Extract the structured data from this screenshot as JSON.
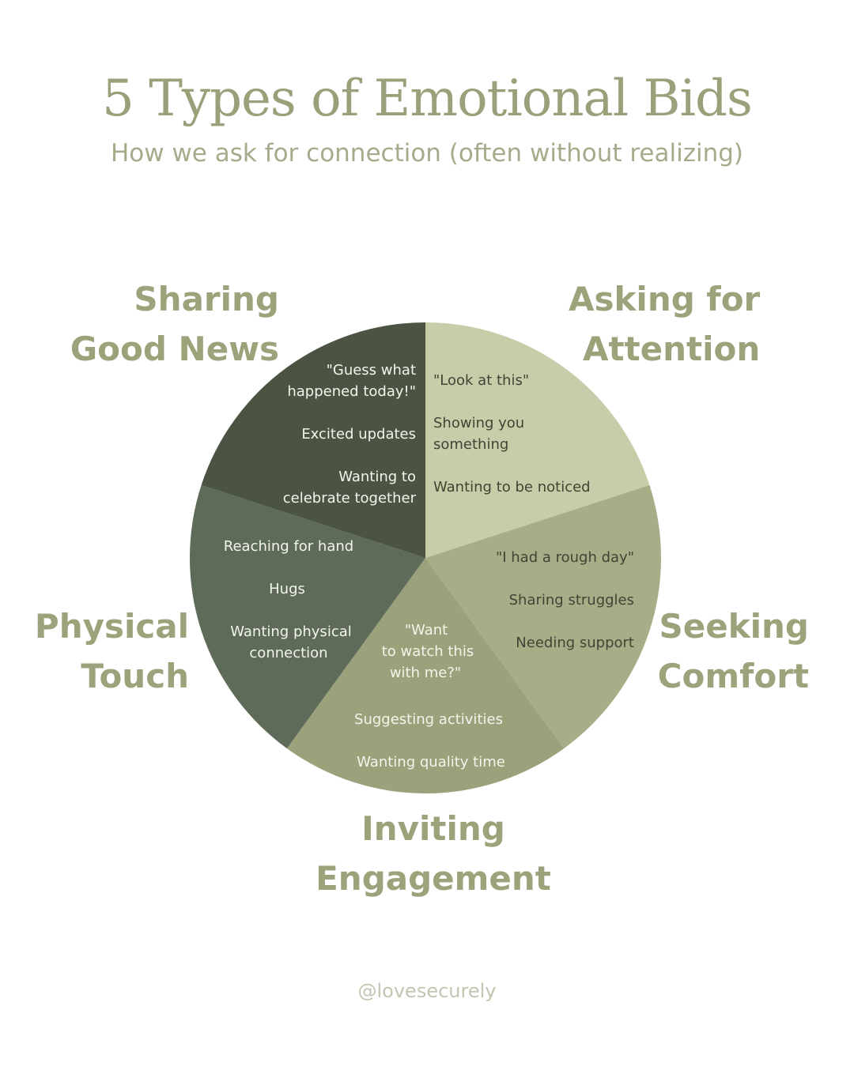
{
  "header": {
    "title": "5 Types of Emotional Bids",
    "subtitle": "How we ask for connection (often without realizing)"
  },
  "colors": {
    "title": "#9aa07a",
    "subtitle": "#a6ab8b",
    "label": "#9ca27a",
    "handle": "#c2c5b0",
    "dark_text": "#3f4534",
    "light_text": "#f3f4ec"
  },
  "categories": [
    {
      "id": "sharing",
      "label_lines": [
        "Sharing",
        "Good News"
      ],
      "color": "#4b5442",
      "text_color": "#f3f4ec",
      "share": 0.2,
      "items": [
        "\"Guess what",
        "happened today!\"",
        "Excited updates",
        "Wanting to",
        "celebrate together"
      ]
    },
    {
      "id": "attention",
      "label_lines": [
        "Asking for",
        "Attention"
      ],
      "color": "#c7cda8",
      "text_color": "#3f4534",
      "share": 0.2,
      "items": [
        "\"Look at this\"",
        "Showing you",
        "something",
        "Wanting to be noticed"
      ]
    },
    {
      "id": "comfort",
      "label_lines": [
        "Seeking",
        "Comfort"
      ],
      "color": "#a8ad88",
      "text_color": "#3f4534",
      "share": 0.2,
      "items": [
        "\"I had a rough day\"",
        "Sharing struggles",
        "Needing support"
      ]
    },
    {
      "id": "engagement",
      "label_lines": [
        "Inviting",
        "Engagement"
      ],
      "color": "#9ba17a",
      "text_color": "#f3f4ec",
      "share": 0.2,
      "items": [
        "\"Want",
        "to watch this",
        "with me?\"",
        "Suggesting activities",
        "Wanting quality time"
      ]
    },
    {
      "id": "physical",
      "label_lines": [
        "Physical",
        "Touch"
      ],
      "color": "#5e6b58",
      "text_color": "#f3f4ec",
      "share": 0.2,
      "items": [
        "Reaching for hand",
        "Hugs",
        "Wanting physical",
        "connection"
      ]
    }
  ],
  "footer": {
    "handle": "@lovesecurely"
  }
}
